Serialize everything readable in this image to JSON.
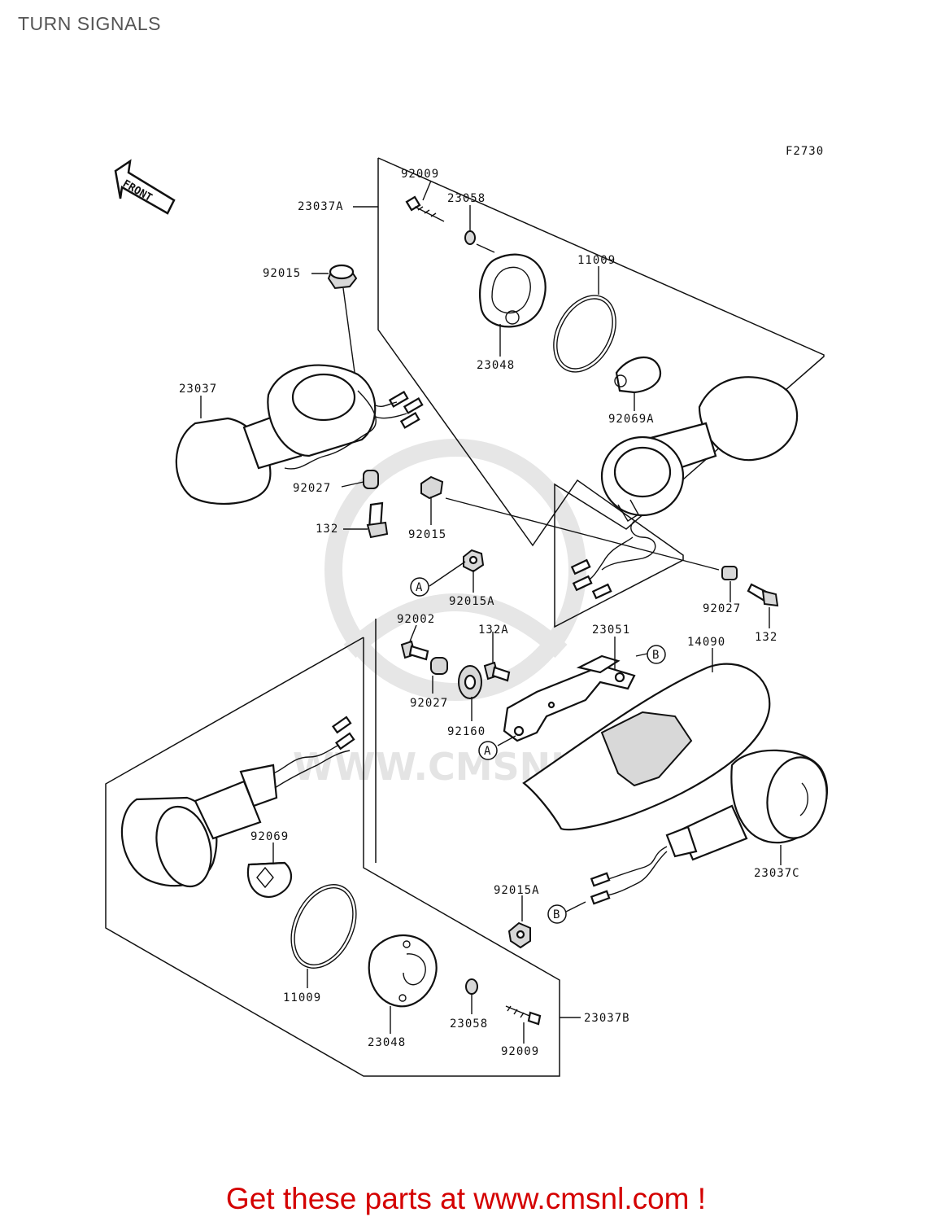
{
  "title": "TURN SIGNALS",
  "figure_code": "F2730",
  "front_arrow_label": "FRONT",
  "watermark": "WWW.CMSNL.COM",
  "cta": "Get these parts at www.cmsnl.com !",
  "callouts": {
    "a": "A",
    "b": "B"
  },
  "parts": {
    "p92009_top": "92009",
    "p23058_top": "23058",
    "p23037A": "23037A",
    "p11009_top": "11009",
    "p92015_top": "92015",
    "p23048_top": "23048",
    "p23037": "23037",
    "p92069A": "92069A",
    "p92027_left": "92027",
    "p92015_mid": "92015",
    "p132_left": "132",
    "p92015A_mid": "92015A",
    "p92002": "92002",
    "p132A": "132A",
    "p23051": "23051",
    "p14090": "14090",
    "p92027_right": "92027",
    "p132_right": "132",
    "p92027_mid": "92027",
    "p92160": "92160",
    "p92069": "92069",
    "p23037C": "23037C",
    "p92015A_bottom": "92015A",
    "p11009_bottom": "11009",
    "p23058_bottom": "23058",
    "p23048_bottom": "23048",
    "p92009_bottom": "92009",
    "p23037B": "23037B"
  }
}
